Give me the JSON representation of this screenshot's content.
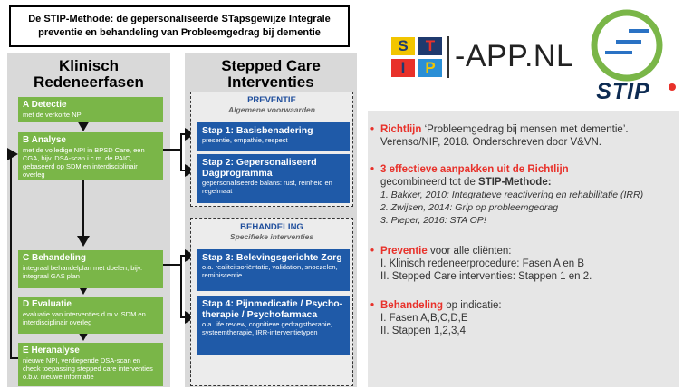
{
  "title": "De STIP-Methode: de gepersonaliseerde STapsgewijze Integrale preventie en behandeling van Probleemgedrag bij dementie",
  "left_column": {
    "heading": "Klinisch Redeneerfasen",
    "phases": [
      {
        "title": "A Detectie",
        "desc": "met de verkorte NPI"
      },
      {
        "title": "B Analyse",
        "desc": "met de volledige NPI in BPSD Care, een CGA, bijv. DSA-scan i.c.m. de PAIC, gebaseerd op SDM en interdisciplinair overleg"
      },
      {
        "title": "C Behandeling",
        "desc": "integraal behandelplan met doelen, bijv. integraal GAS plan"
      },
      {
        "title": "D Evaluatie",
        "desc": "evaluatie van interventies d.m.v. SDM en interdisciplinair overleg"
      },
      {
        "title": "E Heranalyse",
        "desc": "nieuwe NPI, verdiepende DSA-scan en check toepassing stepped care interventies o.b.v. nieuwe informatie"
      }
    ]
  },
  "middle_column": {
    "heading": "Stepped Care Interventies",
    "sections": [
      {
        "title": "PREVENTIE",
        "subtitle": "Algemene voorwaarden",
        "steps": [
          {
            "title": "Stap 1: Basisbenadering",
            "desc": "presentie, empathie, respect"
          },
          {
            "title": "Stap 2: Gepersonaliseerd Dagprogramma",
            "desc": "gepersonaliseerde balans: rust, reinheid en regelmaat"
          }
        ]
      },
      {
        "title": "BEHANDELING",
        "subtitle": "Specifieke interventies",
        "steps": [
          {
            "title": "Stap 3: Belevingsgerichte Zorg",
            "desc": "o.a. realiteitsoriëntatie, validation, snoezelen, reminiscentie"
          },
          {
            "title": "Stap 4: Pijnmedicatie / Psycho-therapie / Psychofarmaca",
            "desc": "o.a. life review, cognitieve gedragstherapie, systeemtherapie, IRR-interventietypen"
          }
        ]
      }
    ]
  },
  "logos": {
    "stip_app_letters": [
      "S",
      "T",
      "I",
      "P"
    ],
    "app_text": "-APP.NL",
    "stip_logo_text": "STIP"
  },
  "right_panel": {
    "b1": {
      "red": "Richtlijn",
      "text": " ‘Probleemgedrag bij mensen met dementie’. Verenso/NIP, 2018. Onderschreven door V&VN."
    },
    "b2": {
      "red": "3 effectieve aanpakken uit de Richtlijn",
      "line2_pre": "gecombineerd tot de ",
      "line2_bold": "STIP-Methode:",
      "items": [
        "1. Bakker, 2010: Integratieve reactivering en rehabilitatie (IRR)",
        "2. Zwijsen, 2014: Grip op probleemgedrag",
        "3. Pieper, 2016: STA OP!"
      ]
    },
    "b3": {
      "red": "Preventie",
      "text": " voor alle cliënten:",
      "items": [
        "I.  Klinisch redeneerprocedure: Fasen A en B",
        "II. Stepped Care interventies: Stappen 1 en 2."
      ]
    },
    "b4": {
      "red": "Behandeling",
      "text": " op indicatie:",
      "items": [
        "I.  Fasen A,B,C,D,E",
        "II. Stappen 1,2,3,4"
      ]
    }
  },
  "colors": {
    "green": "#7ab648",
    "blue": "#1f5aa8",
    "red": "#e8312a",
    "panel": "#d9d9d9"
  }
}
